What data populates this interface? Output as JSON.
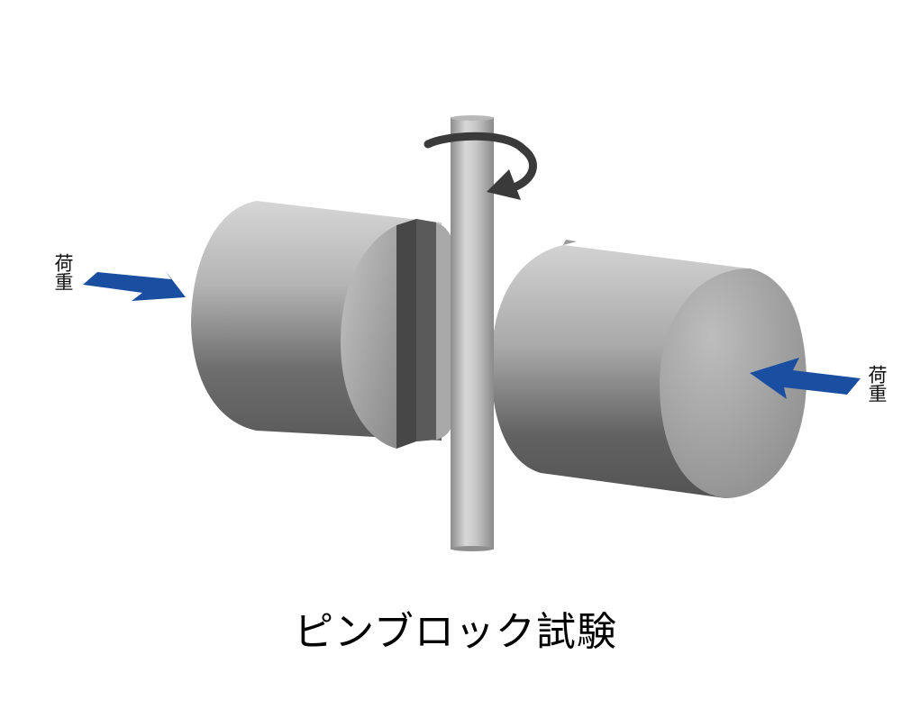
{
  "caption": "ピンブロック試験",
  "labels": {
    "load_left": "荷重",
    "load_right": "荷重"
  },
  "colors": {
    "arrow_blue": "#1a4ea1",
    "rotation_arrow": "#3a3a3a",
    "background": "#ffffff"
  },
  "icons": {
    "rotation": "rotation-arrow-icon",
    "load": "load-arrow-icon"
  }
}
